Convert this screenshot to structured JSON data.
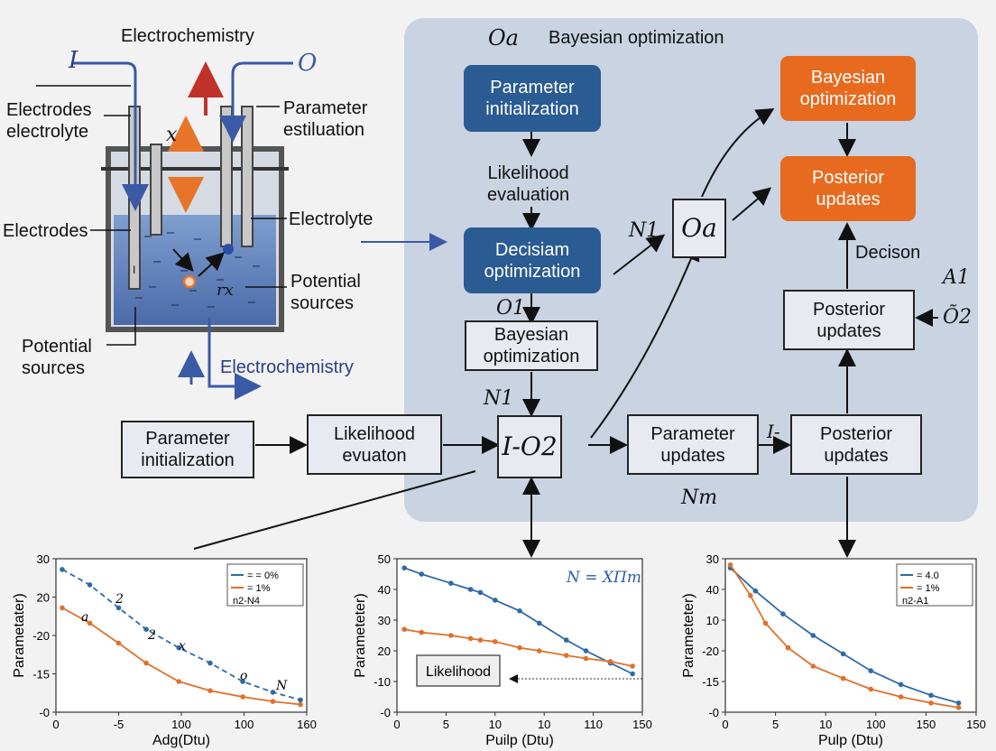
{
  "panel": {
    "sym": "Oa",
    "title": "Bayesian optimization"
  },
  "cell": {
    "title": "Electrochemistry",
    "in_label": "I",
    "out_label": "O",
    "electrodes_electrolyte": "Electrodes\nelectrolyte",
    "x_label": "x",
    "param_estimation": "Parameter\nestiluation",
    "electrodes": "Electrodes",
    "electrolyte": "Electrolyte",
    "potential_sources_right": "Potential\nsources",
    "rx": "rx",
    "potential_sources_left": "Potential\nsources",
    "bottom_label": "Electrochemistry",
    "mark_i": "I"
  },
  "flow": {
    "param_init_top": "Parameter\ninitialization",
    "likelihood_eval": "Likelihood\nevaluation",
    "decision_opt": "Decisiam\noptimization",
    "o1": "O1",
    "bayes_opt_mid": "Bayesian\noptimization",
    "n1_top": "N1",
    "center": "I-O2",
    "param_init_bottom": "Parameter\ninitialization",
    "likelihood_bottom": "Likelihood\nevuaton",
    "param_updates": "Parameter\nupdates",
    "i_small": "I-",
    "posterior_bottom": "Posterior\nupdates",
    "nm": "Nm",
    "n1_mid": "N1",
    "oa_box": "Oa",
    "bayes_opt_orange": "Bayesian\noptimization",
    "posterior_orange": "Posterior\nupdates",
    "decision": "Decison",
    "posterior_mid": "Posterior\nupdates",
    "a1": "A1",
    "o2": "Õ2"
  },
  "chart_data": [
    {
      "type": "line",
      "xlabel": "Adg(Dtu)",
      "ylabel": "Parametater)",
      "x_ticks": [
        "0",
        "-5",
        "100",
        "100",
        "160"
      ],
      "y_ticks": [
        "30",
        "20",
        "-20",
        "-15",
        "-0"
      ],
      "legend": [
        "= = 0%",
        "= 1%",
        "n2-N4"
      ],
      "annotations": [
        "2",
        "a",
        "2",
        "x",
        "o",
        "N"
      ],
      "series": [
        {
          "color": "#2d6aa8",
          "style": "dashed",
          "x": [
            0.05,
            0.27,
            0.5,
            0.72,
            0.98,
            1.23,
            1.49,
            1.73,
            1.95
          ],
          "y": [
            0.93,
            0.83,
            0.68,
            0.54,
            0.42,
            0.32,
            0.2,
            0.13,
            0.08
          ]
        },
        {
          "color": "#e0702a",
          "x": [
            0.05,
            0.27,
            0.5,
            0.72,
            0.98,
            1.23,
            1.49,
            1.73,
            1.95
          ],
          "y": [
            0.68,
            0.58,
            0.45,
            0.32,
            0.2,
            0.14,
            0.1,
            0.07,
            0.05
          ]
        }
      ]
    },
    {
      "type": "line",
      "xlabel": "Puilp (Dtu)",
      "ylabel": "Parameteter)",
      "x_ticks": [
        "0",
        "5",
        "10",
        "10",
        "110",
        "150"
      ],
      "y_ticks": [
        "50",
        "40",
        "30",
        "20",
        "-10",
        "-0"
      ],
      "annotation": "N = XΠm",
      "box_label": "Likelihood",
      "series": [
        {
          "color": "#2d6aa8",
          "x": [
            0.03,
            0.1,
            0.22,
            0.3,
            0.34,
            0.4,
            0.5,
            0.58,
            0.69,
            0.77,
            0.87,
            0.96
          ],
          "y": [
            0.94,
            0.9,
            0.84,
            0.8,
            0.78,
            0.73,
            0.66,
            0.58,
            0.47,
            0.4,
            0.32,
            0.25
          ]
        },
        {
          "color": "#e0702a",
          "x": [
            0.03,
            0.1,
            0.22,
            0.3,
            0.34,
            0.4,
            0.5,
            0.58,
            0.69,
            0.77,
            0.87,
            0.96
          ],
          "y": [
            0.54,
            0.52,
            0.5,
            0.48,
            0.47,
            0.46,
            0.42,
            0.4,
            0.37,
            0.35,
            0.33,
            0.3
          ]
        }
      ]
    },
    {
      "type": "line",
      "xlabel": "Pulp (Dtu)",
      "ylabel": "Parameteter)",
      "x_ticks": [
        "0",
        "5",
        "10",
        "100",
        "150",
        "150"
      ],
      "y_ticks": [
        "30",
        "40",
        "10",
        "-20",
        "-15",
        "-0"
      ],
      "legend": [
        "= 4.0",
        "= 1%",
        "n2-A1"
      ],
      "series": [
        {
          "color": "#2d6aa8",
          "x": [
            0.02,
            0.12,
            0.23,
            0.35,
            0.47,
            0.58,
            0.7,
            0.82,
            0.93
          ],
          "y": [
            0.94,
            0.79,
            0.64,
            0.5,
            0.38,
            0.27,
            0.18,
            0.11,
            0.06
          ]
        },
        {
          "color": "#e0702a",
          "x": [
            0.02,
            0.1,
            0.16,
            0.25,
            0.35,
            0.47,
            0.58,
            0.7,
            0.82,
            0.93
          ],
          "y": [
            0.96,
            0.76,
            0.58,
            0.42,
            0.3,
            0.22,
            0.15,
            0.1,
            0.06,
            0.03
          ]
        }
      ]
    }
  ]
}
